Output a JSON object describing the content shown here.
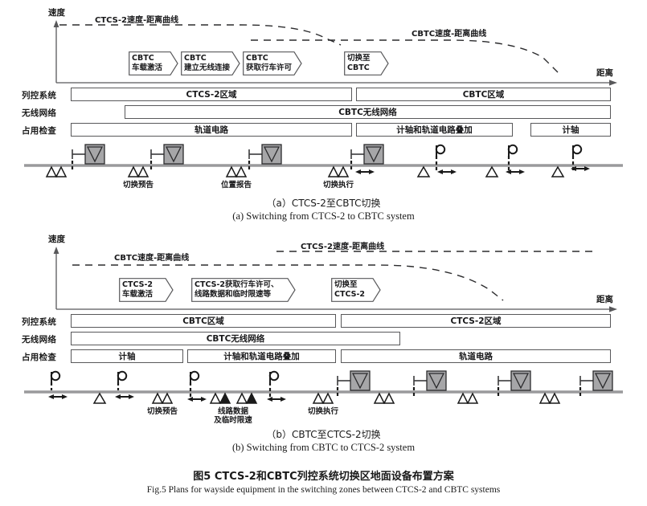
{
  "figure": {
    "title_cn": "图5    CTCS-2和CBTC列控系统切换区地面设备布置方案",
    "title_en": "Fig.5    Plans for wayside equipment in the switching zones between CTCS-2 and CBTC systems"
  },
  "colors": {
    "line": "#58585a",
    "track": "#9a9a9c",
    "box_fill": "#a6a6a8",
    "text": "#18181a",
    "background": "#ffffff"
  },
  "row_labels": {
    "train_control": "列控系统",
    "radio_network": "无线网络",
    "occupancy_check": "占用检查"
  },
  "axes": {
    "y_label": "速度",
    "x_label": "距离"
  },
  "panel_a": {
    "caption_cn": "（a）CTCS-2至CBTC切换",
    "caption_en": "(a) Switching from CTCS-2 to CBTC system",
    "curves": [
      {
        "name": "ctcs2-curve",
        "label": "CTCS-2速度-距离曲线"
      },
      {
        "name": "cbtc-curve",
        "label": "CBTC速度-距离曲线"
      }
    ],
    "process_boxes": [
      {
        "line1": "CBTC",
        "line2": "车载激活"
      },
      {
        "line1": "CBTC",
        "line2": "建立无线连接"
      },
      {
        "line1": "CBTC",
        "line2": "获取行车许可"
      },
      {
        "line1": "切换至",
        "line2": "CBTC"
      }
    ],
    "train_control_bars": [
      {
        "label": "CTCS-2区域"
      },
      {
        "label": "CBTC区域"
      }
    ],
    "radio_network_bars": [
      {
        "label": "CBTC无线网络"
      }
    ],
    "occupancy_bars": [
      {
        "label": "轨道电路"
      },
      {
        "label": "计轴和轨道电路叠加"
      },
      {
        "label": "计轴"
      }
    ],
    "track_annotations": [
      {
        "label": "切换预告"
      },
      {
        "label": "位置报告"
      },
      {
        "label": "切换执行"
      }
    ]
  },
  "panel_b": {
    "caption_cn": "（b）CBTC至CTCS-2切换",
    "caption_en": "(b) Switching from CBTC to CTCS-2 system",
    "curves": [
      {
        "name": "cbtc-curve",
        "label": "CBTC速度-距离曲线"
      },
      {
        "name": "ctcs2-curve",
        "label": "CTCS-2速度-距离曲线"
      }
    ],
    "process_boxes": [
      {
        "line1": "CTCS-2",
        "line2": "车载激活"
      },
      {
        "line1": "CTCS-2获取行车许可、",
        "line2": "线路数据和临时限速等"
      },
      {
        "line1": "切换至",
        "line2": "CTCS-2"
      }
    ],
    "train_control_bars": [
      {
        "label": "CBTC区域"
      },
      {
        "label": "CTCS-2区域"
      }
    ],
    "radio_network_bars": [
      {
        "label": "CBTC无线网络"
      }
    ],
    "occupancy_bars": [
      {
        "label": "计轴"
      },
      {
        "label": "计轴和轨道电路叠加"
      },
      {
        "label": "轨道电路"
      }
    ],
    "track_annotations": [
      {
        "label": "切换预告"
      },
      {
        "label_line1": "线路数据",
        "label_line2": "及临时限速"
      },
      {
        "label": "切换执行"
      }
    ]
  }
}
